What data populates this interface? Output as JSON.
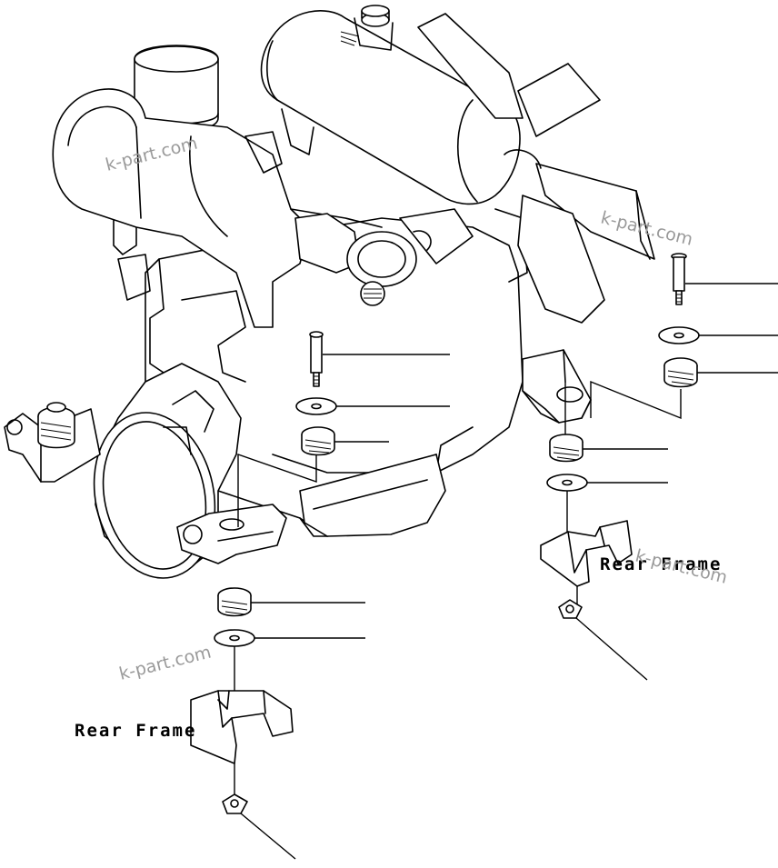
{
  "labels": {
    "rear_frame_left": "Rear Frame",
    "rear_frame_right": "Rear Frame"
  },
  "watermark": {
    "text": "k-part.com",
    "color": "#9a9a9a"
  },
  "colors": {
    "line": "#000000",
    "background": "#ffffff"
  }
}
